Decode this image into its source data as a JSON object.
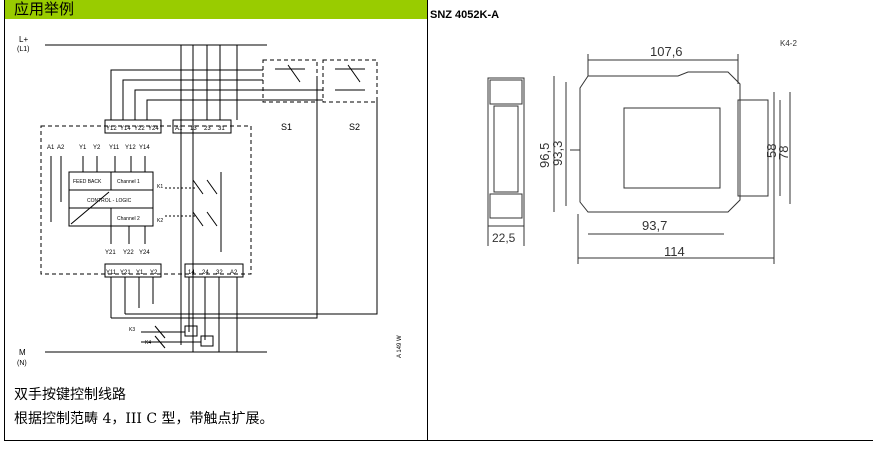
{
  "left": {
    "header_title": "应用举例",
    "caption_line1": "双手按键控制线路",
    "caption_line2": "根据控制范畴 4，III C 型，带触点扩展。",
    "schematic": {
      "supply_plus": "L+",
      "supply_plus_sub": "(L1)",
      "supply_minus": "M",
      "supply_minus_sub": "(N)",
      "switch1": "S1",
      "switch2": "S2",
      "top_terminals": [
        "Y12",
        "Y14",
        "Y22",
        "Y24",
        "A1",
        "13",
        "23",
        "31"
      ],
      "bottom_terminals": [
        "Y11",
        "Y21",
        "Y1",
        "Y2",
        "14",
        "24",
        "32",
        "A2"
      ],
      "inner_top_labels": [
        "A1",
        "A2",
        "Y1",
        "Y2",
        "Y11",
        "Y12",
        "Y14"
      ],
      "inner_bottom_labels": [
        "Y21",
        "Y22",
        "Y24"
      ],
      "block_feedback": "FEED BACK",
      "block_channel1": "Channel 1",
      "block_logic": "CONTROL - LOGIC",
      "block_channel2": "Channel 2",
      "relay_k1": "K1",
      "relay_k2": "K2",
      "contact_k3": "K3",
      "contact_k4": "K4",
      "drawing_code": "A 149 W"
    }
  },
  "right": {
    "product_title": "SNZ 4052K-A",
    "drawing": {
      "code": "K4-2",
      "dim_width_top": "107,6",
      "dim_height_outer": "96,5",
      "dim_height_inner": "93,3",
      "dim_rail_inner": "58",
      "dim_rail_outer": "78",
      "dim_front_width": "22,5",
      "dim_body_width": "93,7",
      "dim_total_width": "114"
    }
  }
}
